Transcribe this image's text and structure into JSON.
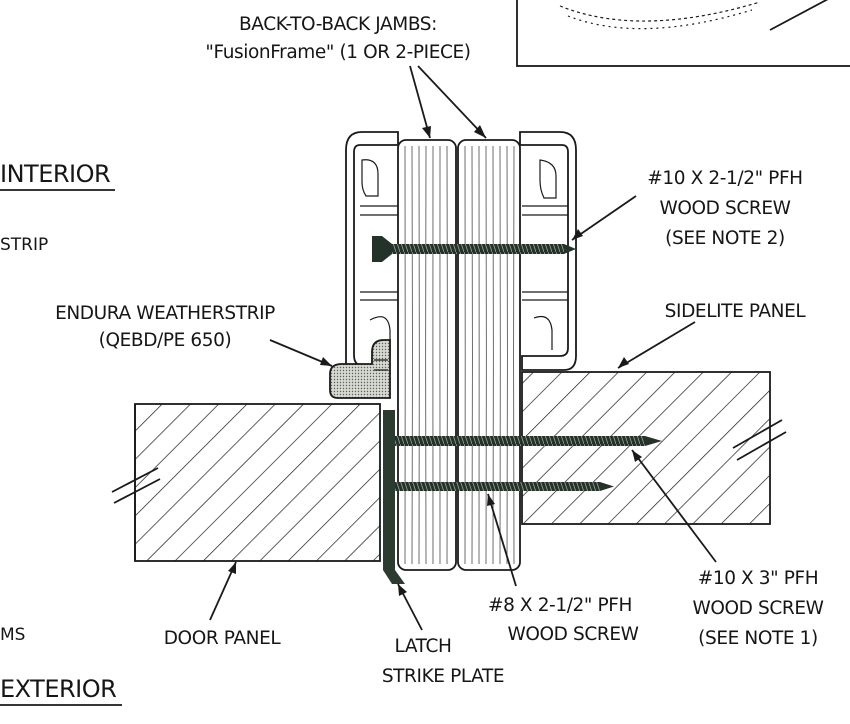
{
  "labels": {
    "jambs_line1": "BACK-TO-BACK JAMBS:",
    "jambs_line2": "\"FusionFrame\" (1 OR 2-PIECE)",
    "interior": "INTERIOR",
    "exterior": "EXTERIOR",
    "strip_partial": "STRIP",
    "ms_partial": "MS",
    "weatherstrip_line1": "ENDURA WEATHERSTRIP",
    "weatherstrip_line2": "(QEBD/PE 650)",
    "screw10_line1": "#10 X 2-1/2\" PFH",
    "screw10_line2": "WOOD SCREW",
    "screw10_line3": "(SEE NOTE 2)",
    "sidelite": "SIDELITE PANEL",
    "door_panel": "DOOR PANEL",
    "latch_line1": "LATCH",
    "latch_line2": "STRIKE PLATE",
    "screw8_line1": "#8 X 2-1/2\" PFH",
    "screw8_line2": "WOOD SCREW",
    "screw3_line1": "#10 X 3\" PFH",
    "screw3_line2": "WOOD SCREW",
    "screw3_line3": "(SEE NOTE 1)"
  },
  "colors": {
    "ink": "#1a1a1a",
    "screw": "#24332a",
    "strike_plate": "#2c3b30",
    "weatherstrip": "#c9cdc6",
    "frame": "#ffffff"
  }
}
